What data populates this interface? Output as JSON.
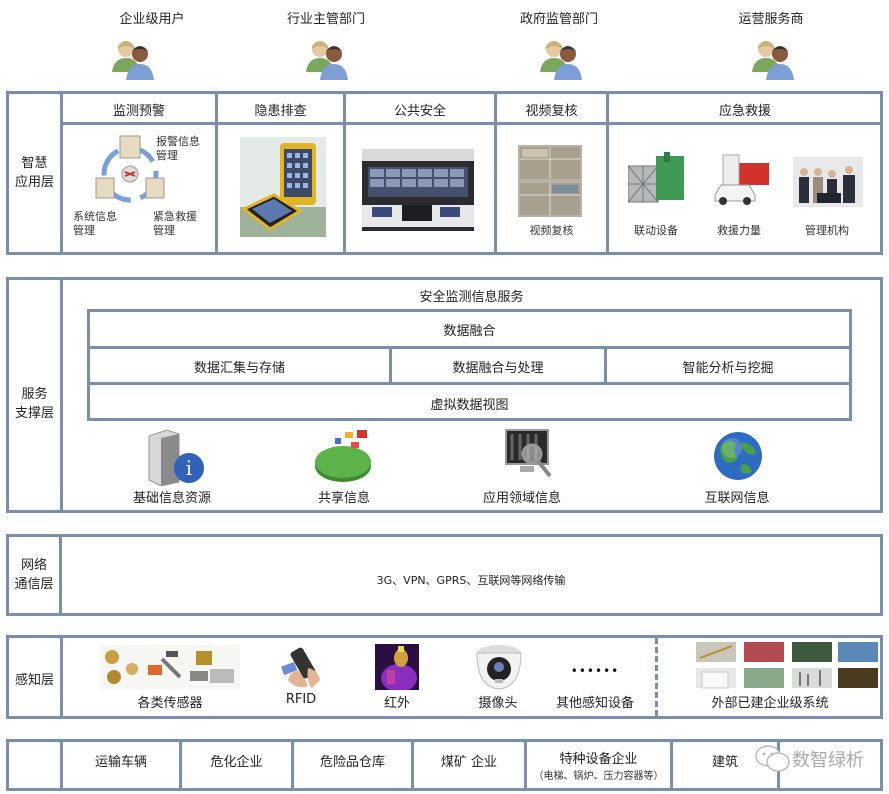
{
  "users": [
    {
      "label": "企业级用户",
      "icon": "users-icon"
    },
    {
      "label": "行业主管部门",
      "icon": "users-icon"
    },
    {
      "label": "政府监管部门",
      "icon": "users-icon"
    },
    {
      "label": "运营服务商",
      "icon": "users-icon"
    }
  ],
  "app_layer": {
    "label_line1": "智慧",
    "label_line2": "应用层",
    "columns": [
      {
        "title": "监测预警",
        "items": [
          "报警信息",
          "管理",
          "系统信息",
          "管理",
          "紧急救援",
          "管理"
        ]
      },
      {
        "title": "隐患排查"
      },
      {
        "title": "公共安全"
      },
      {
        "title": "视频复核",
        "caption": "视频复核"
      },
      {
        "title": "应急救援",
        "captions": [
          "联动设备",
          "救援力量",
          "管理机构"
        ]
      }
    ]
  },
  "service_layer": {
    "label_line1": "服务",
    "label_line2": "支撑层",
    "title": "安全监测信息服务",
    "fusion": "数据融合",
    "row": [
      "数据汇集与存储",
      "数据融合与处理",
      "智能分析与挖掘"
    ],
    "virtual_view": "虚拟数据视图",
    "resources": [
      {
        "label": "基础信息资源",
        "icon": "server-info-icon"
      },
      {
        "label": "共享信息",
        "icon": "pie-chart-icon"
      },
      {
        "label": "应用领域信息",
        "icon": "monitor-search-icon"
      },
      {
        "label": "互联网信息",
        "icon": "globe-icon"
      }
    ]
  },
  "network_layer": {
    "label_line1": "网络",
    "label_line2": "通信层",
    "content": "3G、VPN、GPRS、互联网等网络传输"
  },
  "perception_layer": {
    "label": "感知层",
    "devices": [
      {
        "label": "各类传感器",
        "icon": "sensors-icon"
      },
      {
        "label": "RFID",
        "icon": "rfid-reader-icon"
      },
      {
        "label": "红外",
        "icon": "infrared-icon"
      },
      {
        "label": "摄像头",
        "icon": "camera-icon"
      },
      {
        "label": "其他感知设备",
        "icon": "ellipsis-icon",
        "glyph": "••••••"
      }
    ],
    "external": "外部已建企业级系统"
  },
  "bottom_row": {
    "items": [
      "运输车辆",
      "危化企业",
      "危险品仓库",
      "煤矿 企业",
      "特种设备企业",
      "建筑"
    ],
    "special_sub": "（电梯、锅炉、压力容器等）",
    "watermark": "数智绿析"
  },
  "colors": {
    "border": "#7a8fac",
    "text": "#222222"
  }
}
